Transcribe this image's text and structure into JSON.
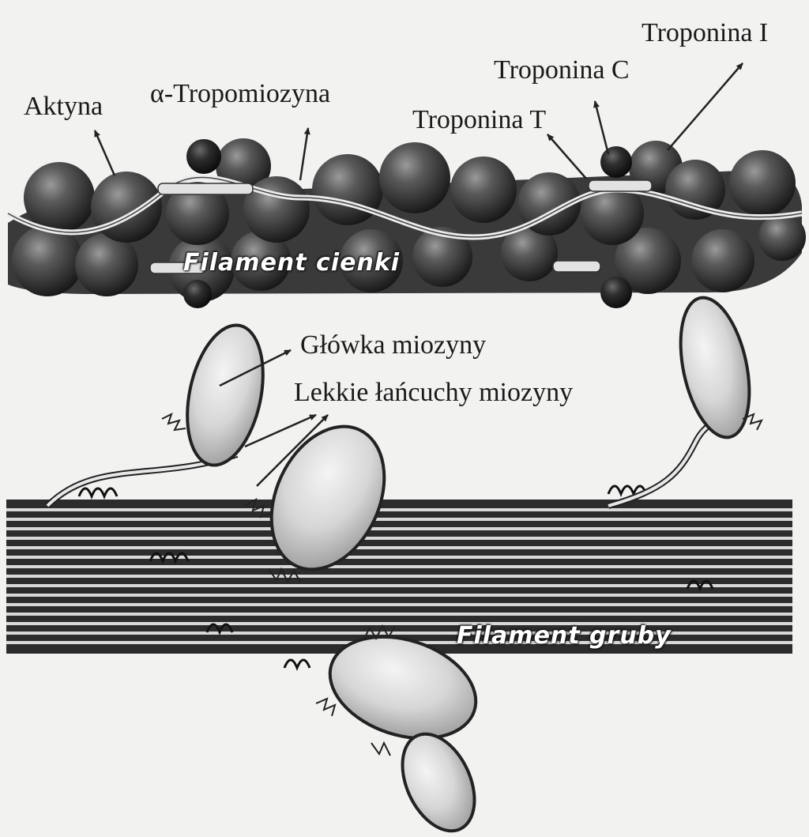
{
  "labels": {
    "aktyna": "Aktyna",
    "tropomiozyna": "α-Tropomiozyna",
    "troponina_t": "Troponina T",
    "troponina_c": "Troponina C",
    "troponina_i": "Troponina I",
    "glowka": "Główka miozyny",
    "lekkie": "Lekkie łańcuchy miozyny"
  },
  "filaments": {
    "thin": "Filament cienki",
    "thick": "Filament gruby"
  }
}
